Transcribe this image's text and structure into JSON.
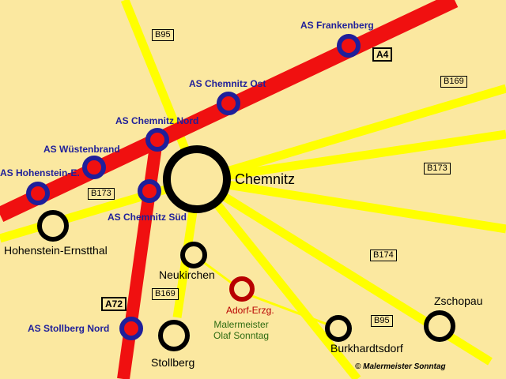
{
  "map": {
    "city": "Chemnitz",
    "highway_labels": [
      "A4",
      "A72"
    ],
    "road_labels": [
      "B95",
      "B169",
      "B173",
      "B174",
      "B173",
      "B169",
      "B95"
    ],
    "junctions": [
      "AS Frankenberg",
      "AS Chemnitz Ost",
      "AS Chemnitz Nord",
      "AS Wüstenbrand",
      "AS Hohenstein-E.",
      "AS Chemnitz Süd",
      "AS Stollberg Nord"
    ],
    "towns": [
      "Hohenstein-Ernstthal",
      "Neukirchen",
      "Stollberg",
      "Burkhardtsdorf",
      "Zschopau"
    ],
    "business": {
      "place": "Adorf-Erzg.",
      "name_line1": "Malermeister",
      "name_line2": "Olaf Sonntag"
    },
    "credit": "© Malermeister Sonntag",
    "colors": {
      "background": "#fbe8a0",
      "motorway": "#f01010",
      "federal_road": "#ffff00",
      "junction_ring": "#1f1f9a",
      "town_ring": "#000000",
      "business_ring": "#b80000",
      "junction_text": "#1f1f9a",
      "business_text": "#2e6b12"
    }
  }
}
